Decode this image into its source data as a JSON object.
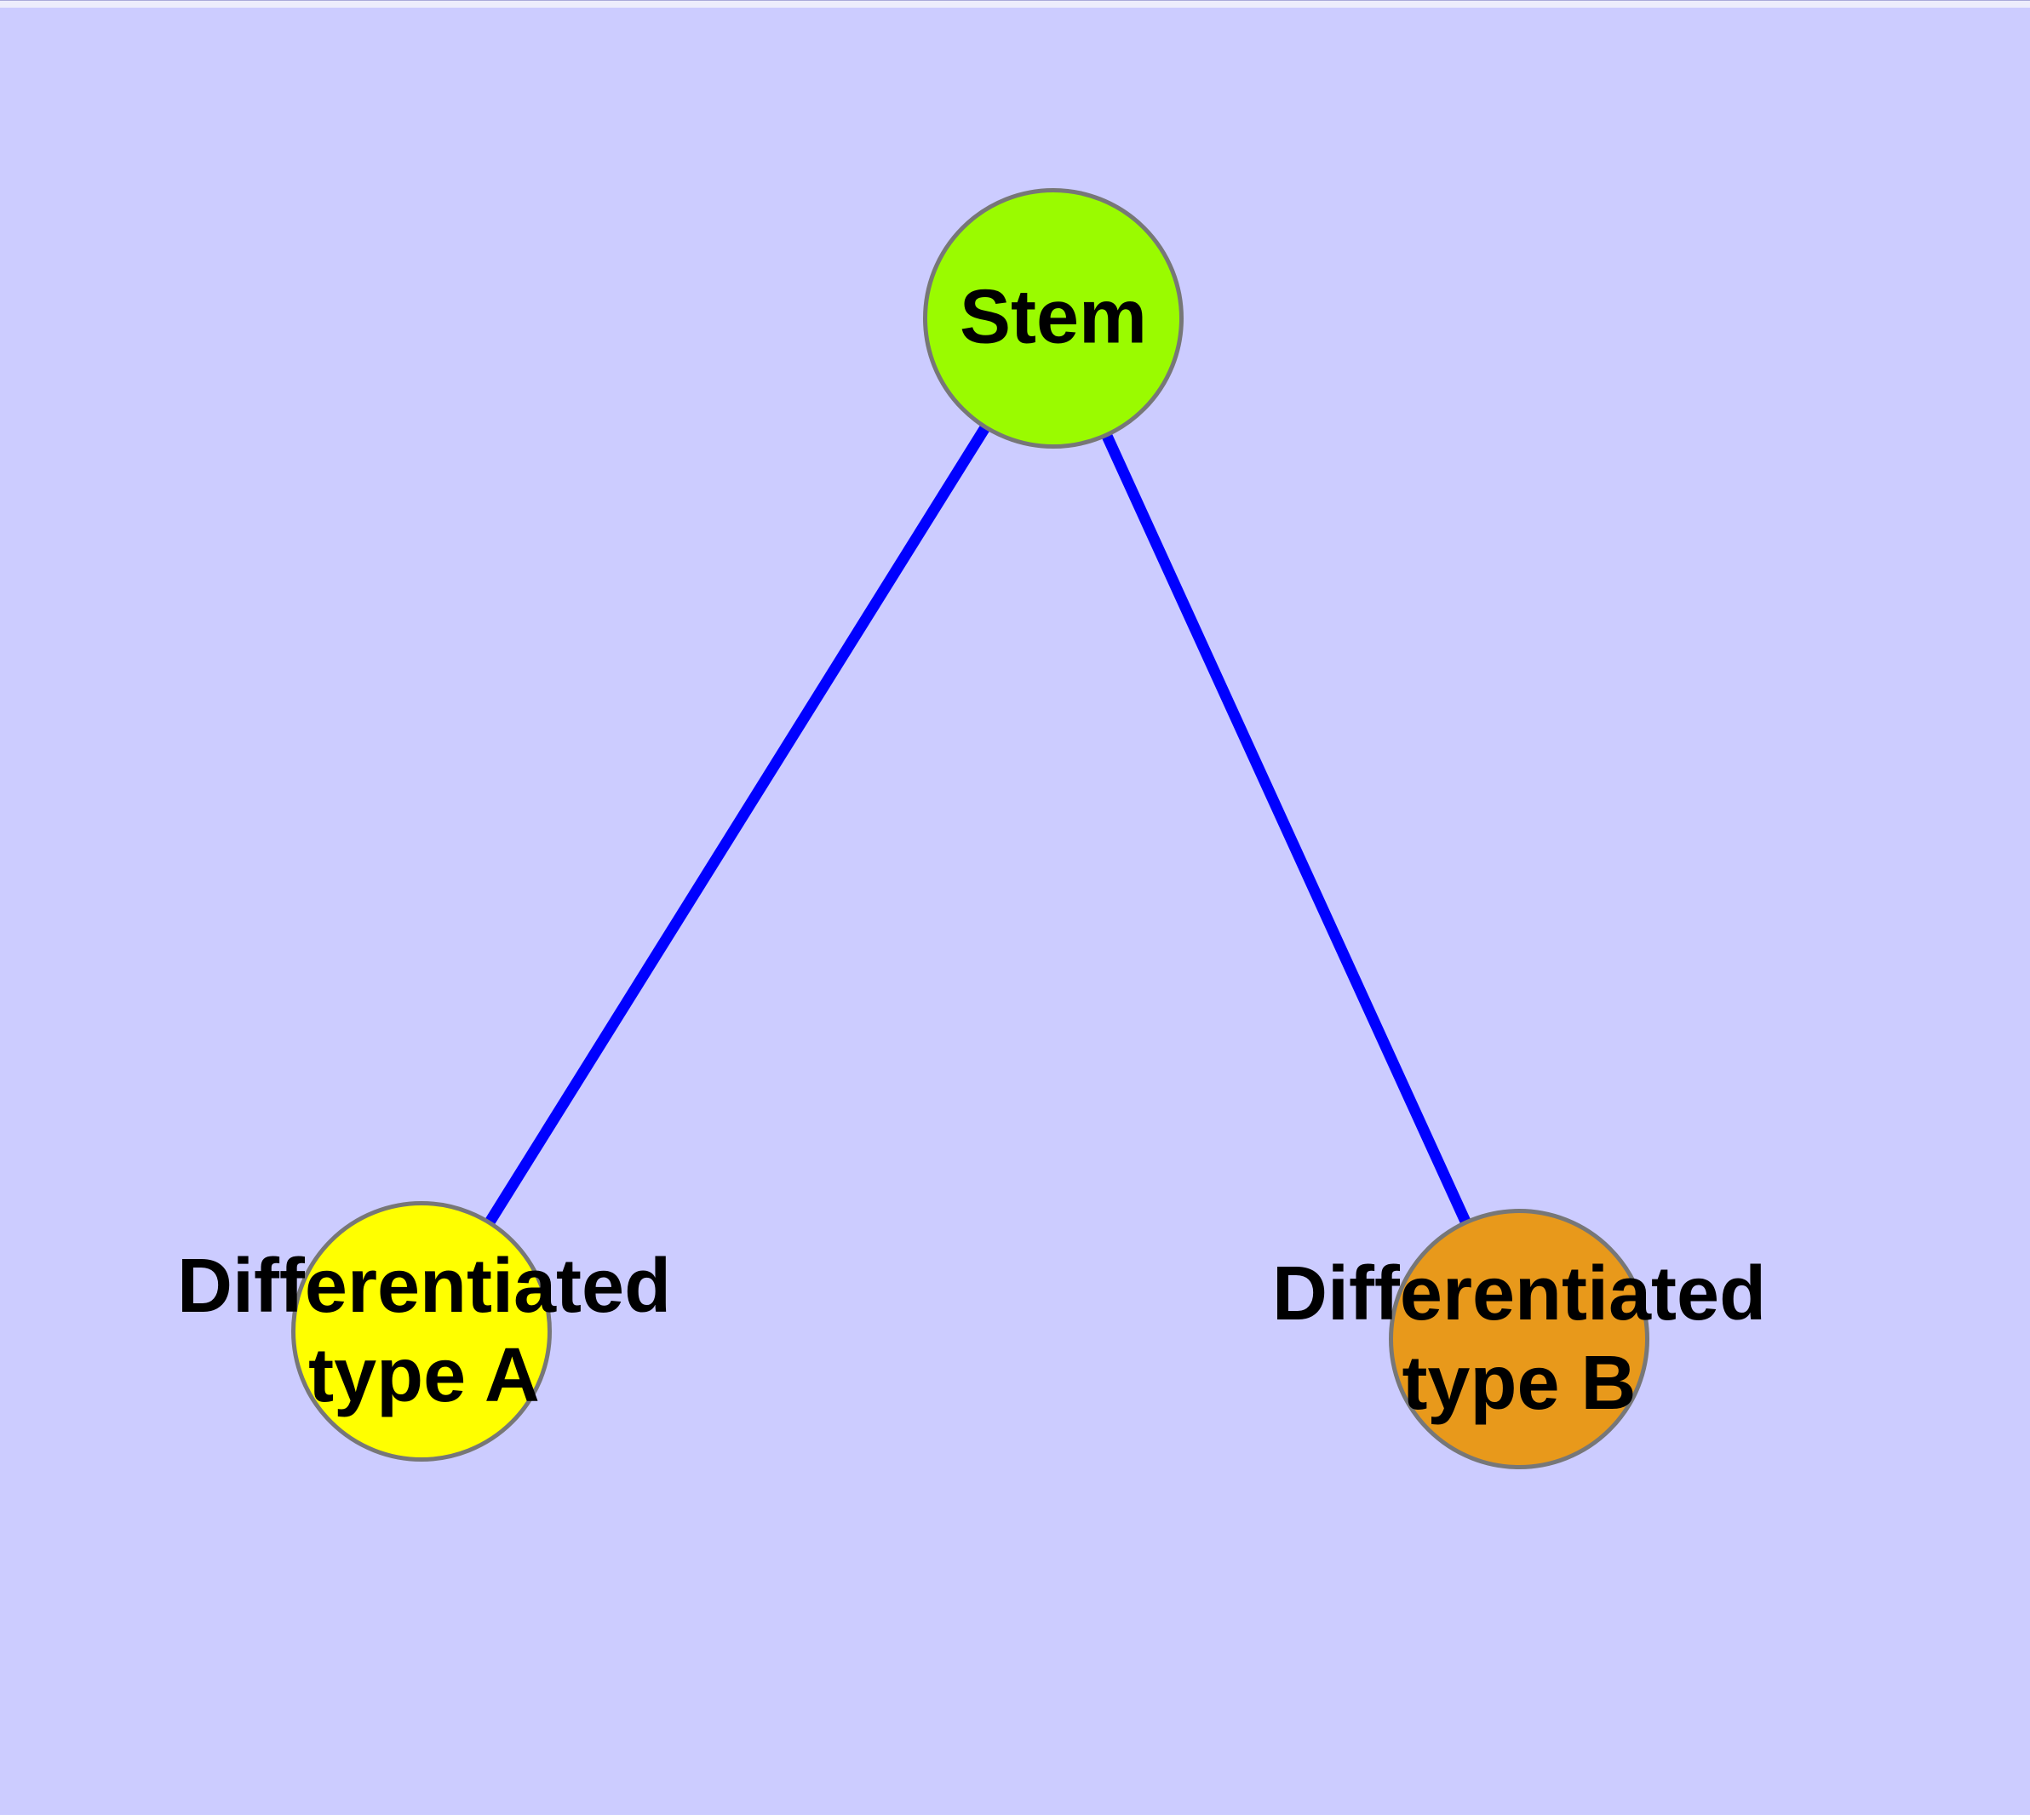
{
  "diagram": {
    "type": "node-link-graph",
    "background_color": "#CCCCFF",
    "edge_color": "#0000FF",
    "node_border_color": "#777777",
    "text_color": "#000000",
    "nodes": [
      {
        "id": "stem",
        "label": "Stem",
        "fill": "#9AFB00",
        "position": "top-center"
      },
      {
        "id": "type-a",
        "label": "Differentiated\ntype A",
        "fill": "#FFFF00",
        "position": "bottom-left"
      },
      {
        "id": "type-b",
        "label": "Differentiated\ntype B",
        "fill": "#E8991B",
        "position": "bottom-right"
      }
    ],
    "edges": [
      {
        "from": "Stem",
        "to": "Differentiated type A"
      },
      {
        "from": "Stem",
        "to": "Differentiated type B"
      }
    ]
  }
}
